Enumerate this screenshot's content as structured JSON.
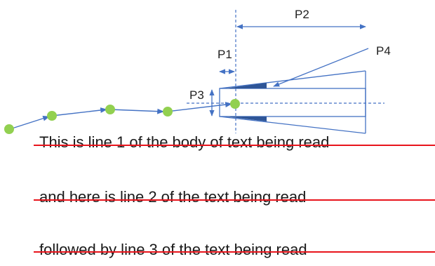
{
  "labels": {
    "p1": "P1",
    "p2": "P2",
    "p3": "P3",
    "p4": "P4"
  },
  "text_lines": [
    "This is line 1 of the body of text being read",
    "and here is line 2 of the text being read",
    "followed by line 3 of the text being read"
  ],
  "colors": {
    "blue": "#4472c4",
    "dark_blue": "#2e5597",
    "green": "#92d050",
    "red": "#e8141c",
    "text": "#1a1a1a"
  }
}
